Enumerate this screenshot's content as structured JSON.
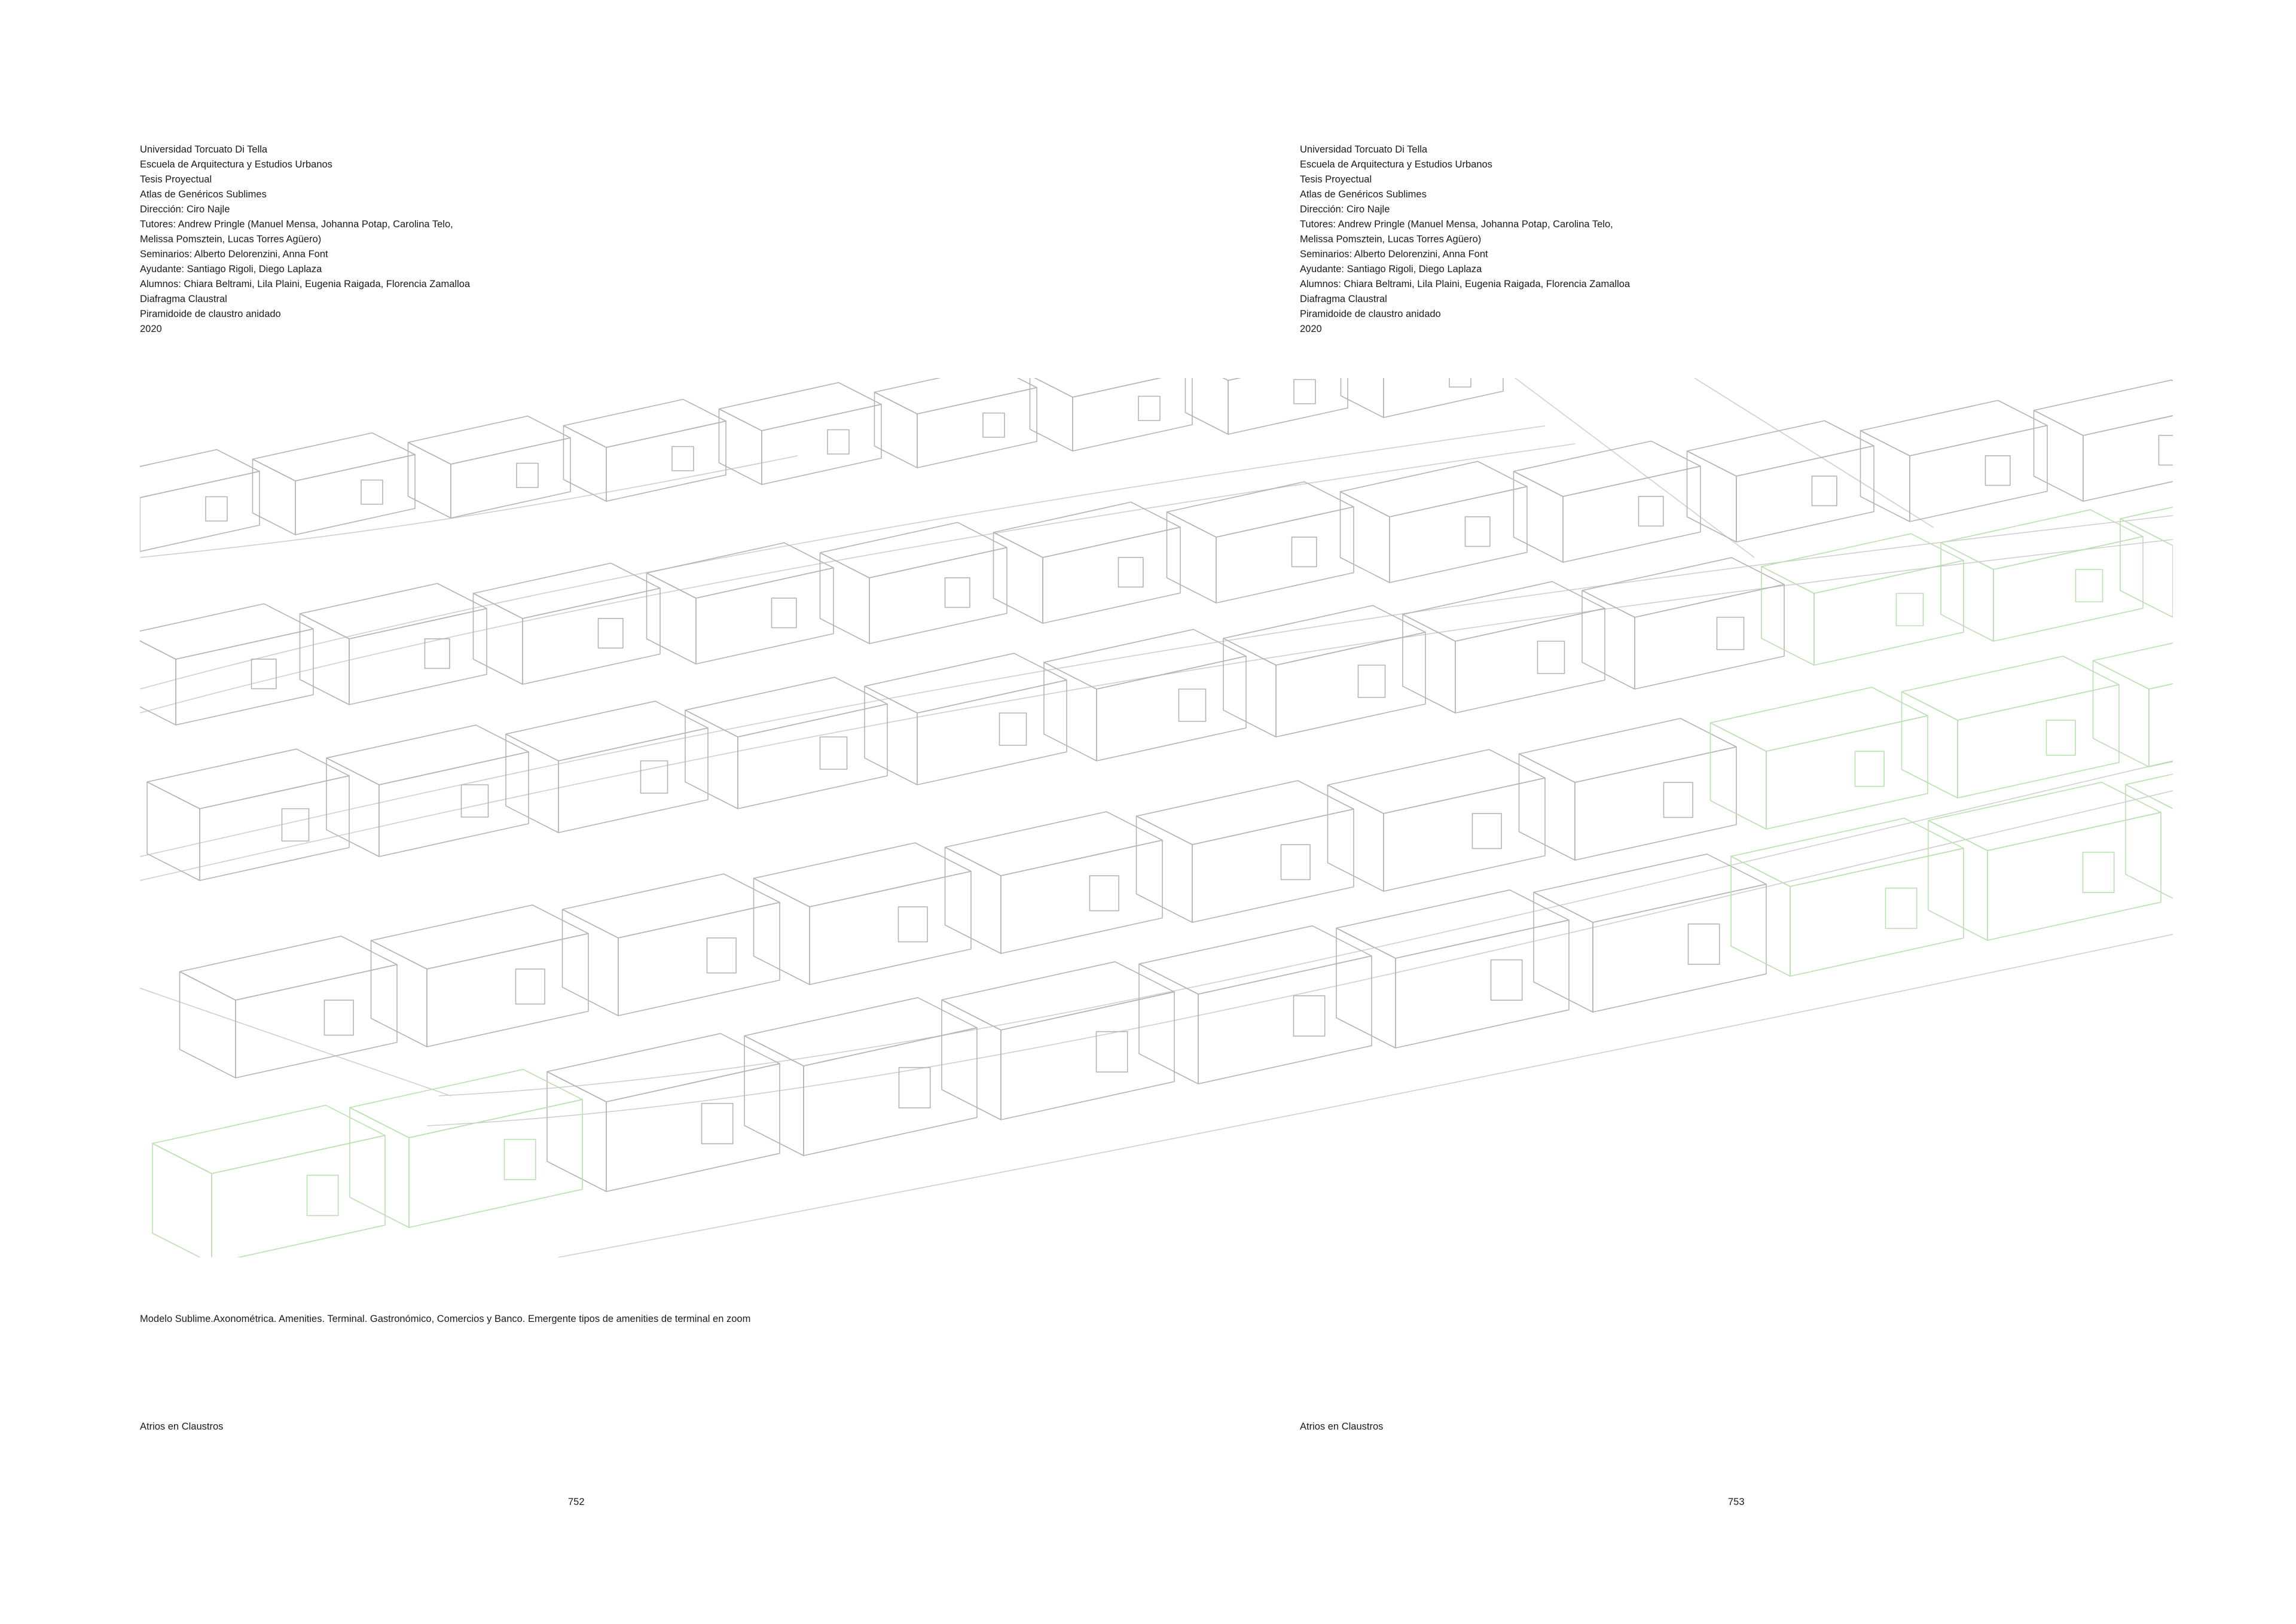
{
  "credits": [
    "Universidad Torcuato Di Tella",
    "Escuela de Arquitectura y Estudios Urbanos",
    "Tesis Proyectual",
    "Atlas de Genéricos Sublimes",
    "Dirección: Ciro Najle",
    "Tutores: Andrew Pringle (Manuel Mensa, Johanna Potap, Carolina Telo, Melissa Pomsztein, Lucas Torres Agüero)",
    "Seminarios: Alberto Delorenzini, Anna Font",
    "Ayudante: Santiago Rigoli, Diego Laplaza",
    "Alumnos: Chiara Beltrami, Lila Plaini, Eugenia Raigada, Florencia Zamalloa",
    "Diafragma Claustral",
    "Piramidoide de claustro anidado",
    "2020"
  ],
  "caption": "Modelo Sublime.Axonométrica. Amenities. Terminal. Gastronómico, Comercios y Banco. Emergente tipos de amenities de terminal en zoom",
  "section_left": "Atrios en Claustros",
  "section_right": "Atrios en Claustros",
  "page_left": "752",
  "page_right": "753",
  "colors": {
    "line": "#cfcfcf",
    "line_dark": "#9a9a9a",
    "accent_green": "#b9e0b0"
  }
}
